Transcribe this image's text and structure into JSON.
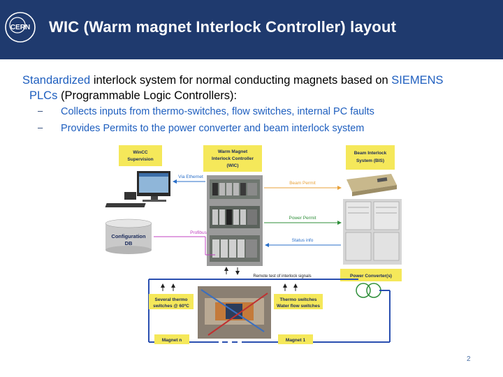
{
  "header": {
    "title": "WIC (Warm magnet Interlock Controller) layout",
    "logo_text": "CERN"
  },
  "intro": {
    "p1_blue": "Standardized",
    "p1_text": " interlock system for normal conducting magnets based on ",
    "p1_blue2": "SIEMENS",
    "p2_blue": "PLCs",
    "p2_text": " (Programmable Logic Controllers):"
  },
  "bullets": [
    {
      "dash": "–",
      "highlight": "Collects inputs",
      "text": " from thermo-switches, flow switches, internal PC faults"
    },
    {
      "dash": "–",
      "highlight": "Provides Permits",
      "text": " to the power converter and beam interlock system"
    }
  ],
  "diagram": {
    "wincc": "WinCC",
    "supervision": "Supervision",
    "wic_l1": "Warm Magnet",
    "wic_l2": "Interlock Controller",
    "wic_l3": "(WIC)",
    "bis_l1": "Beam Interlock",
    "bis_l2": "System  (BIS)",
    "via_ethernet": "Via Ethernet",
    "beam_permit": "Beam Permit",
    "power_permit": "Power Permit",
    "status_info": "Status info",
    "profibus": "Profibus",
    "db_l1": "Configuration",
    "db_l2": "DB",
    "remote_test": "Remote test of interlock signals",
    "power_converter": "Power Converter(s)",
    "thermo_left_l1": "Several thermo",
    "thermo_left_l2": "switches @ 60ºC",
    "thermo_right_l1": "Thermo switches",
    "thermo_right_l2": "Water flow switches",
    "magnet_n": "Magnet n",
    "magnet_1": "Magnet 1"
  },
  "page_number": "2",
  "colors": {
    "header_bg": "#1f3a6e",
    "accent_blue": "#1f5fbf",
    "label_yellow": "#f5e85a",
    "magnet_line_blue": "#2a4fb0"
  }
}
